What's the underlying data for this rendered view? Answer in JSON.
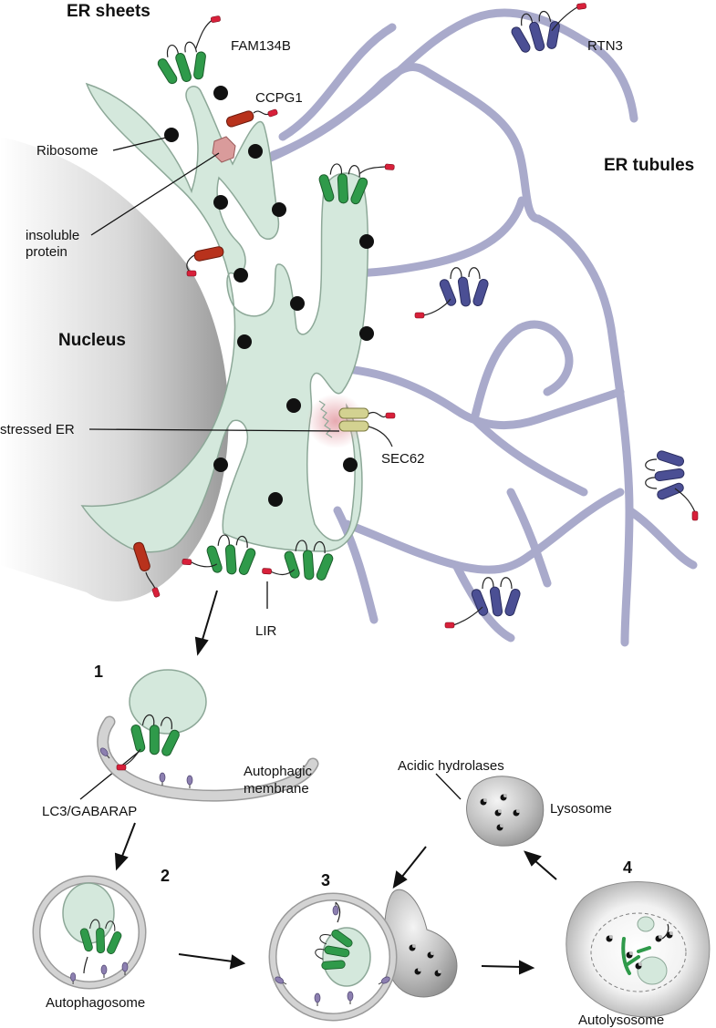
{
  "labels": {
    "er_sheets": "ER sheets",
    "fam134b": "FAM134B",
    "rtn3": "RTN3",
    "ccpg1": "CCPG1",
    "ribosome": "Ribosome",
    "er_tubules": "ER tubules",
    "insoluble_protein": "insoluble\nprotein",
    "nucleus": "Nucleus",
    "stressed_er": "stressed ER",
    "sec62": "SEC62",
    "lir": "LIR",
    "autophagic_membrane": "Autophagic\nmembrane",
    "lc3": "LC3/GABARAP",
    "acidic_hydrolases": "Acidic hydrolases",
    "lysosome": "Lysosome",
    "autophagosome": "Autophagosome",
    "autolysosome": "Autolysosome"
  },
  "steps": [
    "1",
    "2",
    "3",
    "4"
  ],
  "colors": {
    "er_lumen": "#d4e8dc",
    "er_outline": "#8da898",
    "tubule": "#a9aacb",
    "fam134b": "#2f9a4a",
    "rtn3": "#4b4f94",
    "ccpg1": "#b8321c",
    "sec62": "#d3d291",
    "lir_tag": "#d8203a",
    "ribosome": "#111111",
    "lc3": "#8c7fb0",
    "membrane_grey": "#c9c9c9",
    "lysosome_grey": "#a8a8a8"
  },
  "icons": [
    "fam134b-receptor",
    "rtn3-receptor",
    "ccpg1-receptor",
    "sec62-receptor",
    "ribosome",
    "lc3-anchor",
    "lysosome-acid-granule"
  ]
}
